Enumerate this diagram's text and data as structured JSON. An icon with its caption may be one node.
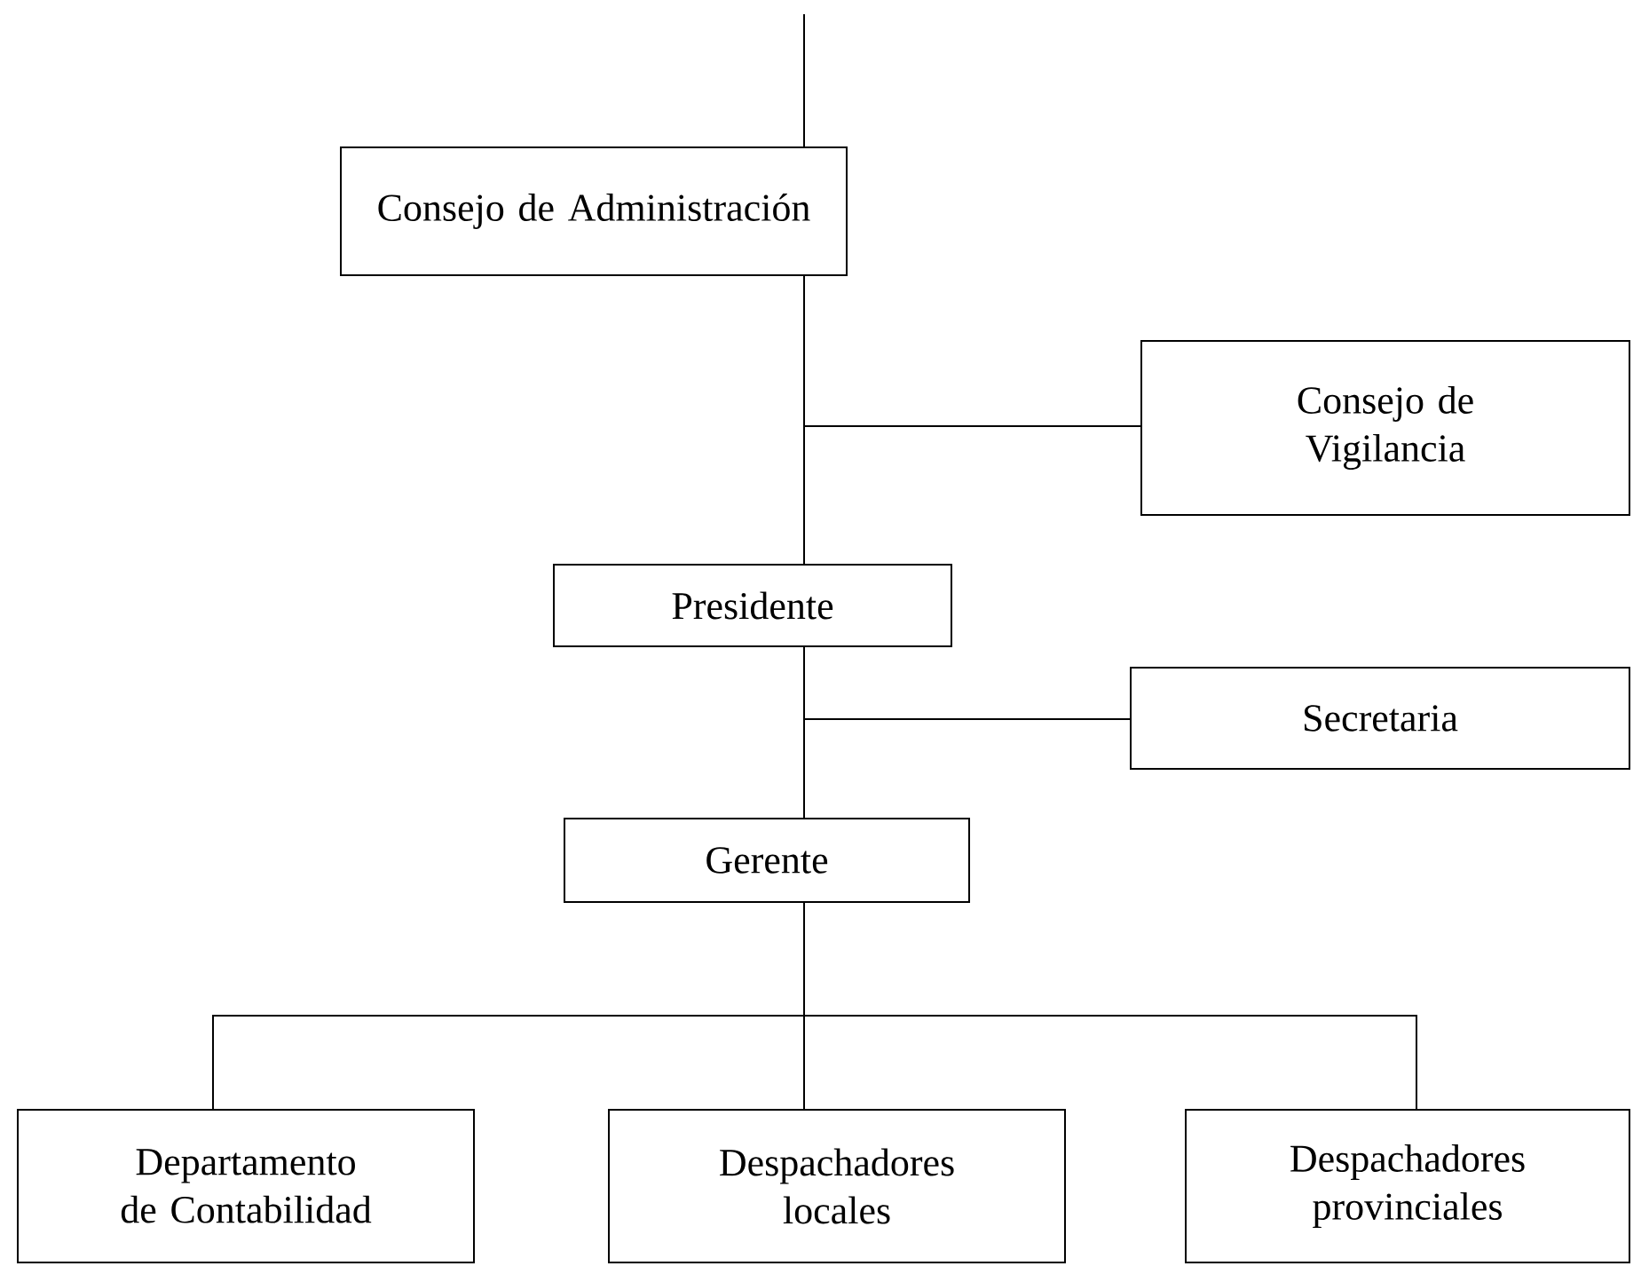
{
  "diagram": {
    "nodes": [
      {
        "text": [
          "Consejo de Administración"
        ]
      },
      {
        "text": [
          "Consejo de Vigilancia"
        ]
      },
      {
        "text": [
          "Presidente"
        ]
      },
      {
        "text": [
          "Secretaria"
        ]
      },
      {
        "text": [
          "Gerente"
        ]
      },
      {
        "text": [
          "Departamento de Contabilidad"
        ]
      },
      {
        "text": [
          "Despachadores locales"
        ]
      },
      {
        "text": [
          "Despachadores provinciales"
        ]
      }
    ],
    "edges": [
      {
        "from": null,
        "to": 0,
        "arrow": "none"
      },
      {
        "from": 0,
        "to": 1,
        "arrow": "none"
      },
      {
        "from": 0,
        "to": 2,
        "arrow": "none"
      },
      {
        "from": 2,
        "to": 3,
        "arrow": "none"
      },
      {
        "from": 2,
        "to": 4,
        "arrow": "none"
      },
      {
        "from": 4,
        "to": 5,
        "arrow": "none"
      },
      {
        "from": 4,
        "to": 6,
        "arrow": "none"
      },
      {
        "from": 4,
        "to": 7,
        "arrow": "none"
      }
    ]
  }
}
